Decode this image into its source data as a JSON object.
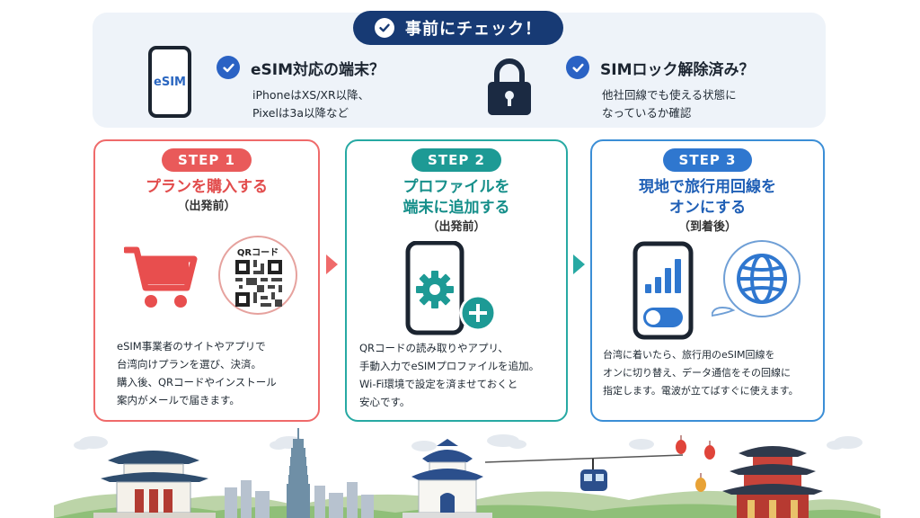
{
  "check_panel": {
    "pill_label": "事前にチェック！",
    "phone_label": "eSIM",
    "item1": {
      "title": "eSIM対応の端末？",
      "desc_line1": "iPhoneはXS/XR以降、",
      "desc_line2": "Pixelは3a以降など"
    },
    "item2": {
      "title": "SIMロック解除済み？",
      "desc_line1": "他社回線でも使える状態に",
      "desc_line2": "なっているか確認"
    }
  },
  "steps": [
    {
      "label": "STEP 1",
      "title_line1": "プランを購入する",
      "title_line2": "",
      "sub": "（出発前）",
      "qr_label": "QRコード",
      "body": [
        "eSIM事業者のサイトやアプリで",
        "台湾向けプランを選び、決済。",
        "購入後、QRコードやインストール",
        "案内がメールで届きます。"
      ]
    },
    {
      "label": "STEP 2",
      "title_line1": "プロファイルを",
      "title_line2": "端末に追加する",
      "sub": "（出発前）",
      "body": [
        "QRコードの読み取りやアプリ、",
        "手動入力でeSIMプロファイルを追加。",
        "Wi-Fi環境で設定を済ませておくと",
        "安心です。"
      ]
    },
    {
      "label": "STEP 3",
      "title_line1": "現地で旅行用回線を",
      "title_line2": "オンにする",
      "sub": "（到着後）",
      "body": [
        "台湾に着いたら、旅行用のeSIM回線を",
        "オンに切り替え、データ通信をその回線に",
        "指定します。電波が立てばすぐに使えます。"
      ]
    }
  ],
  "colors": {
    "navy": "#173a74",
    "step1": "#e95a5a",
    "step2": "#1d9a95",
    "step3": "#2f77cf"
  }
}
